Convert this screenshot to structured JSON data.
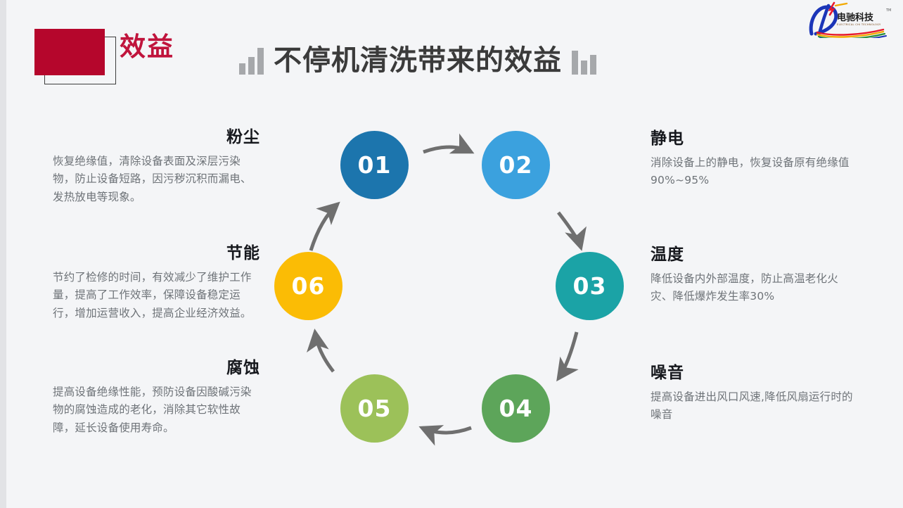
{
  "header": {
    "badge_label": "效益",
    "title": "不停机清洗带来的效益",
    "badge_color": "#b5062c",
    "badge_text_color": "#c0143c",
    "title_color": "#3b3b3b"
  },
  "logo": {
    "brand_cn": "电驰科技",
    "brand_en": "ELECTRICAL CHI TECHNOLOGY",
    "trademark": "TM"
  },
  "diagram": {
    "steps": [
      {
        "num": "01",
        "color": "#1c75ad"
      },
      {
        "num": "02",
        "color": "#3ba1de"
      },
      {
        "num": "03",
        "color": "#1ba3a6"
      },
      {
        "num": "04",
        "color": "#5da55a"
      },
      {
        "num": "05",
        "color": "#9cc159"
      },
      {
        "num": "06",
        "color": "#fbbc05"
      }
    ],
    "arrow_color": "#6f6f6f"
  },
  "blocks": {
    "dust": {
      "heading": "粉尘",
      "body": "恢复绝缘值，清除设备表面及深层污染物，防止设备短路，因污秽沉积而漏电、发热放电等现象。"
    },
    "energy": {
      "heading": "节能",
      "body": "节约了检修的时间，有效减少了维护工作量，提高了工作效率，保障设备稳定运行，增加运营收入，提高企业经济效益。"
    },
    "corrosion": {
      "heading": "腐蚀",
      "body": "提高设备绝缘性能，预防设备因酸碱污染物的腐蚀造成的老化，消除其它软性故障，延长设备使用寿命。"
    },
    "static": {
      "heading": "静电",
      "body": "消除设备上的静电，恢复设备原有绝缘值90%~95%"
    },
    "temperature": {
      "heading": "温度",
      "body": "降低设备内外部温度，防止高温老化火灾、降低爆炸发生率30%"
    },
    "noise": {
      "heading": "噪音",
      "body": "提高设备进出风口风速,降低风扇运行时的噪音"
    }
  }
}
